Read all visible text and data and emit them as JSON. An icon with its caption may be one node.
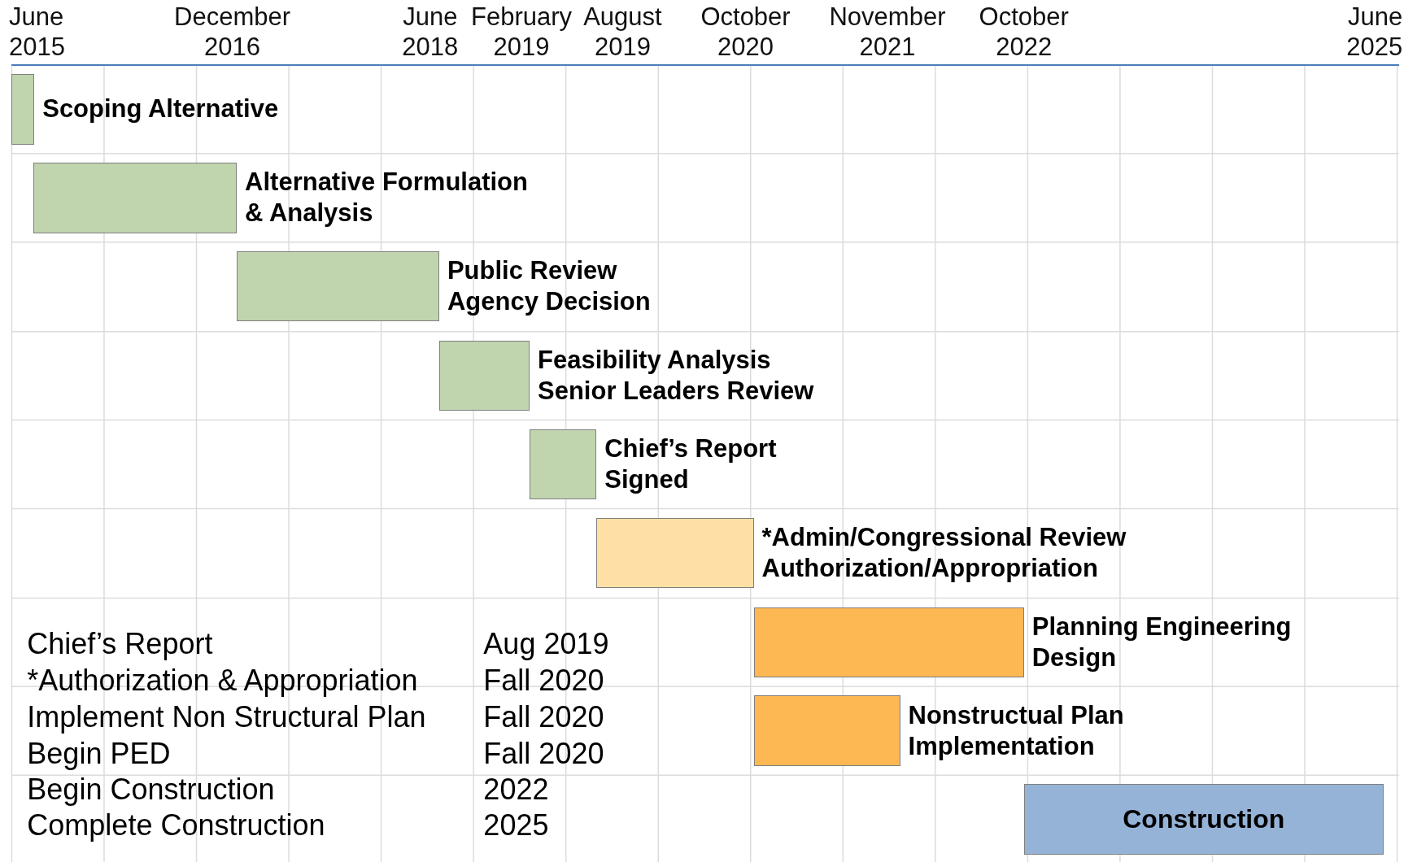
{
  "diagram": {
    "nodes": [
      {
        "text": [],
        "shape": "bar",
        "beside": [
          "Scoping Alternative"
        ]
      },
      {
        "text": [],
        "shape": "bar",
        "beside": [
          "Alternative Formulation & Analysis"
        ]
      },
      {
        "text": [],
        "shape": "bar",
        "beside": [
          "Public Review Agency Decision"
        ]
      },
      {
        "text": [],
        "shape": "bar",
        "beside": [
          "Feasibility Analysis Senior Leaders Review"
        ]
      },
      {
        "text": [],
        "shape": "bar",
        "beside": [
          "Chief’s Report Signed"
        ]
      },
      {
        "text": [],
        "shape": "bar",
        "beside": [
          "*Admin/Congressional Review Authorization/Appropriation"
        ]
      },
      {
        "text": [],
        "shape": "bar",
        "beside": [
          "Planning Engineering Design"
        ]
      },
      {
        "text": [],
        "shape": "bar",
        "beside": [
          "Nonstructual Plan Implementation"
        ]
      },
      {
        "text": [
          "Construction"
        ]
      }
    ],
    "labels": [
      "June 2015",
      "December 2016",
      "June 2018",
      "February 2019",
      "August 2019",
      "October 2020",
      "November 2021",
      "October 2022",
      "June 2025",
      "Chief’s Report",
      "Aug 2019",
      "*Authorization & Appropriation",
      "Fall 2020",
      "Implement Non Structural Plan",
      "Fall 2020",
      "Begin PED",
      "Fall 2020",
      "Begin Construction",
      "2022",
      "Complete Construction",
      "2025"
    ]
  }
}
